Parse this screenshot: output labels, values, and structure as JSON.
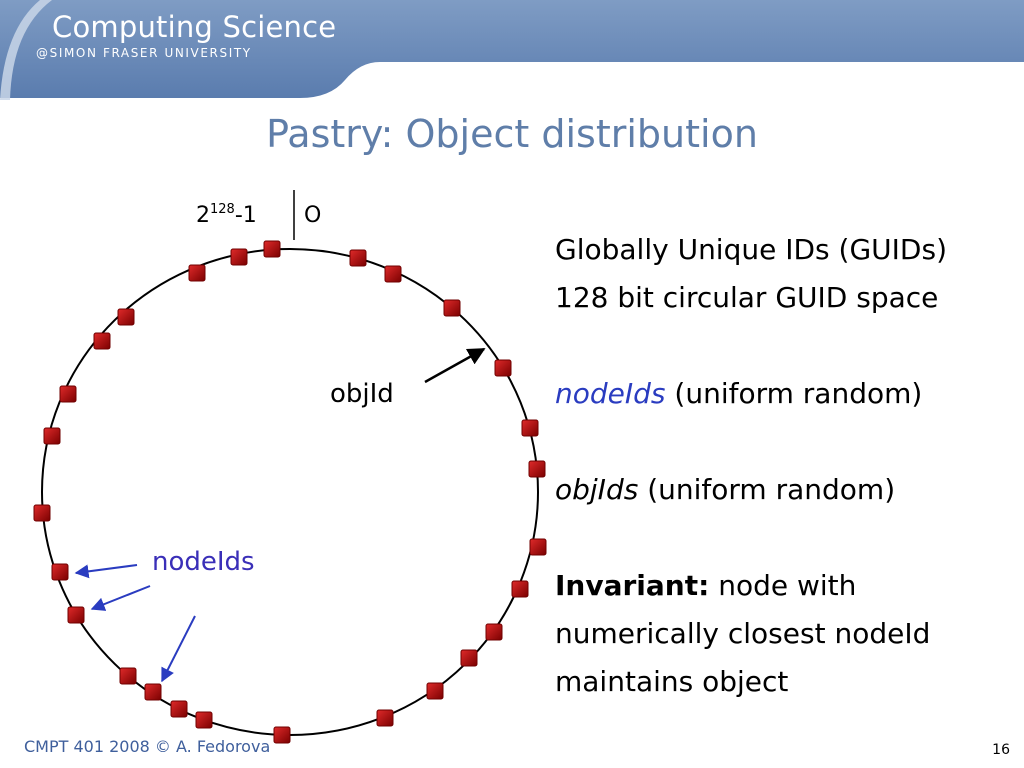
{
  "header": {
    "brand_title": "Computing Science",
    "brand_subtitle": "@SIMON FRASER UNIVERSITY"
  },
  "slide": {
    "title": "Pastry: Object distribution",
    "page_number": "16"
  },
  "diagram": {
    "top_label_base": "2",
    "top_label_exponent": "128",
    "top_label_suffix": "-1",
    "zero_label": "O",
    "objid_label": "objId",
    "nodeids_label": "nodeIds",
    "colors": {
      "node": "#b00000",
      "node_dark": "#700000",
      "arrow_blue": "#2a3cc0",
      "nodeids_text": "#3a2fb8"
    }
  },
  "bullets": {
    "line1": "Globally Unique IDs (GUIDs)",
    "line2": "128 bit circular GUID space",
    "nodeids_term": "nodeIds",
    "nodeids_desc": " (uniform random)",
    "objids_term": "objIds",
    "objids_desc": " (uniform random)",
    "invariant_term": "Invariant:",
    "invariant_line1": " node with",
    "invariant_line2": "numerically closest nodeId",
    "invariant_line3": "maintains object"
  },
  "footer": {
    "left": "CMPT 401 2008  © A. Fedorova"
  }
}
